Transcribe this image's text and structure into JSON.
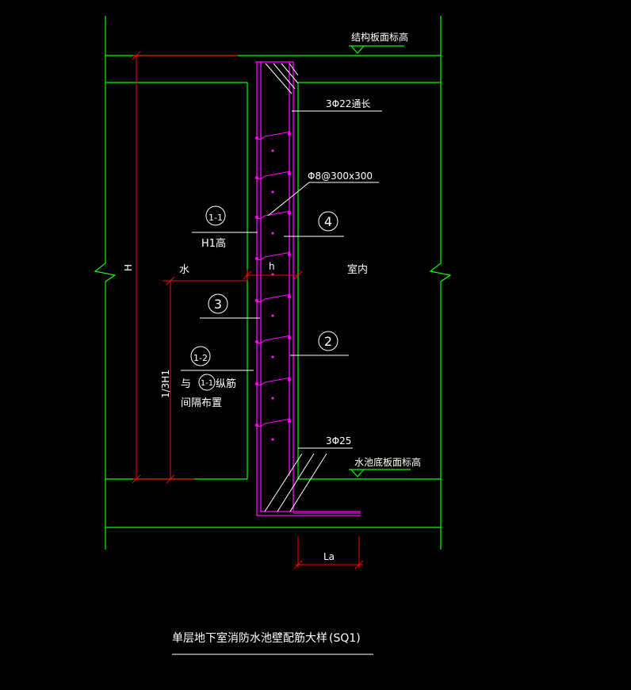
{
  "drawing": {
    "top_elevation_label": "结构板面标高",
    "bottom_elevation_label": "水池底板面标高",
    "rebar_top": "3Φ22通长",
    "rebar_bottom": "3Φ25",
    "tie_bar": "Φ8@300x300",
    "mark_1_1": "1-1",
    "mark_1_1_note": "H1高",
    "mark_1_2": "1-2",
    "mark_1_2_note_line1": "与",
    "mark_1_2_note_ref": "1-1",
    "mark_1_2_note_line1_end": "纵筋",
    "mark_1_2_note_line2": "间隔布置",
    "mark_2": "2",
    "mark_3": "3",
    "mark_4": "4",
    "water_side": "水",
    "indoor_side": "室内",
    "dim_h_total": "H",
    "dim_wall_thickness": "h",
    "dim_one_third": "1/3H1",
    "dim_anchor": "La",
    "title": "单层地下室消防水池壁配筋大样",
    "title_code": "(SQ1)"
  },
  "colors": {
    "structure": "#00ff00",
    "rebar": "#ff00ff",
    "dimension": "#ff0000",
    "leader": "#ffffff",
    "background": "#000000"
  }
}
